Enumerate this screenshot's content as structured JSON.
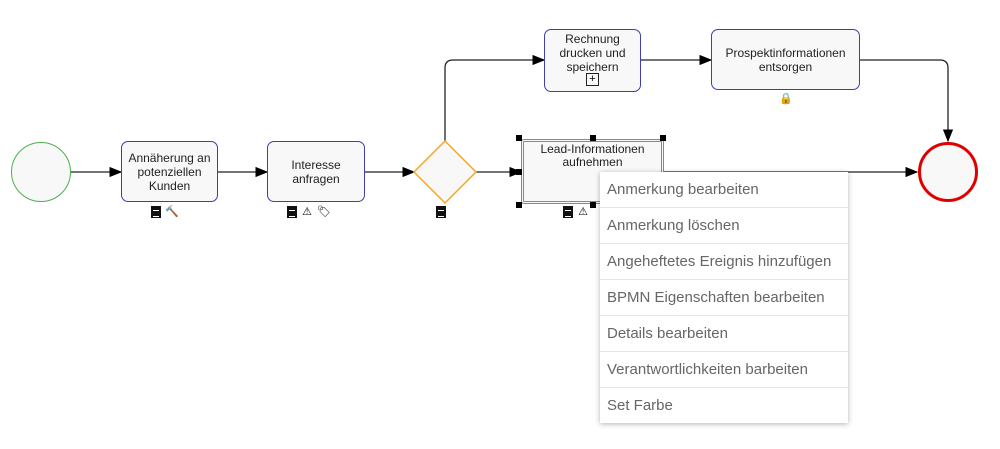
{
  "tasks": {
    "t1": "Annäherung an potenziellen Kunden",
    "t2": "Interesse anfragen",
    "t3": "Lead-Informationen aufnehmen",
    "t4": "Rechnung drucken und speichern",
    "t5": "Prospektinformationen entsorgen"
  },
  "colors": {
    "start": "#4caf50",
    "end": "#e00000",
    "gateway": "#f5a623",
    "task_border": "#3f3fa8"
  },
  "context_menu": {
    "items": [
      "Anmerkung bearbeiten",
      "Anmerkung löschen",
      "Angeheftetes Ereignis hinzufügen",
      "BPMN Eigenschaften bearbeiten",
      "Details bearbeiten",
      "Verantwortlichkeiten barbeiten",
      "Set Farbe"
    ]
  }
}
